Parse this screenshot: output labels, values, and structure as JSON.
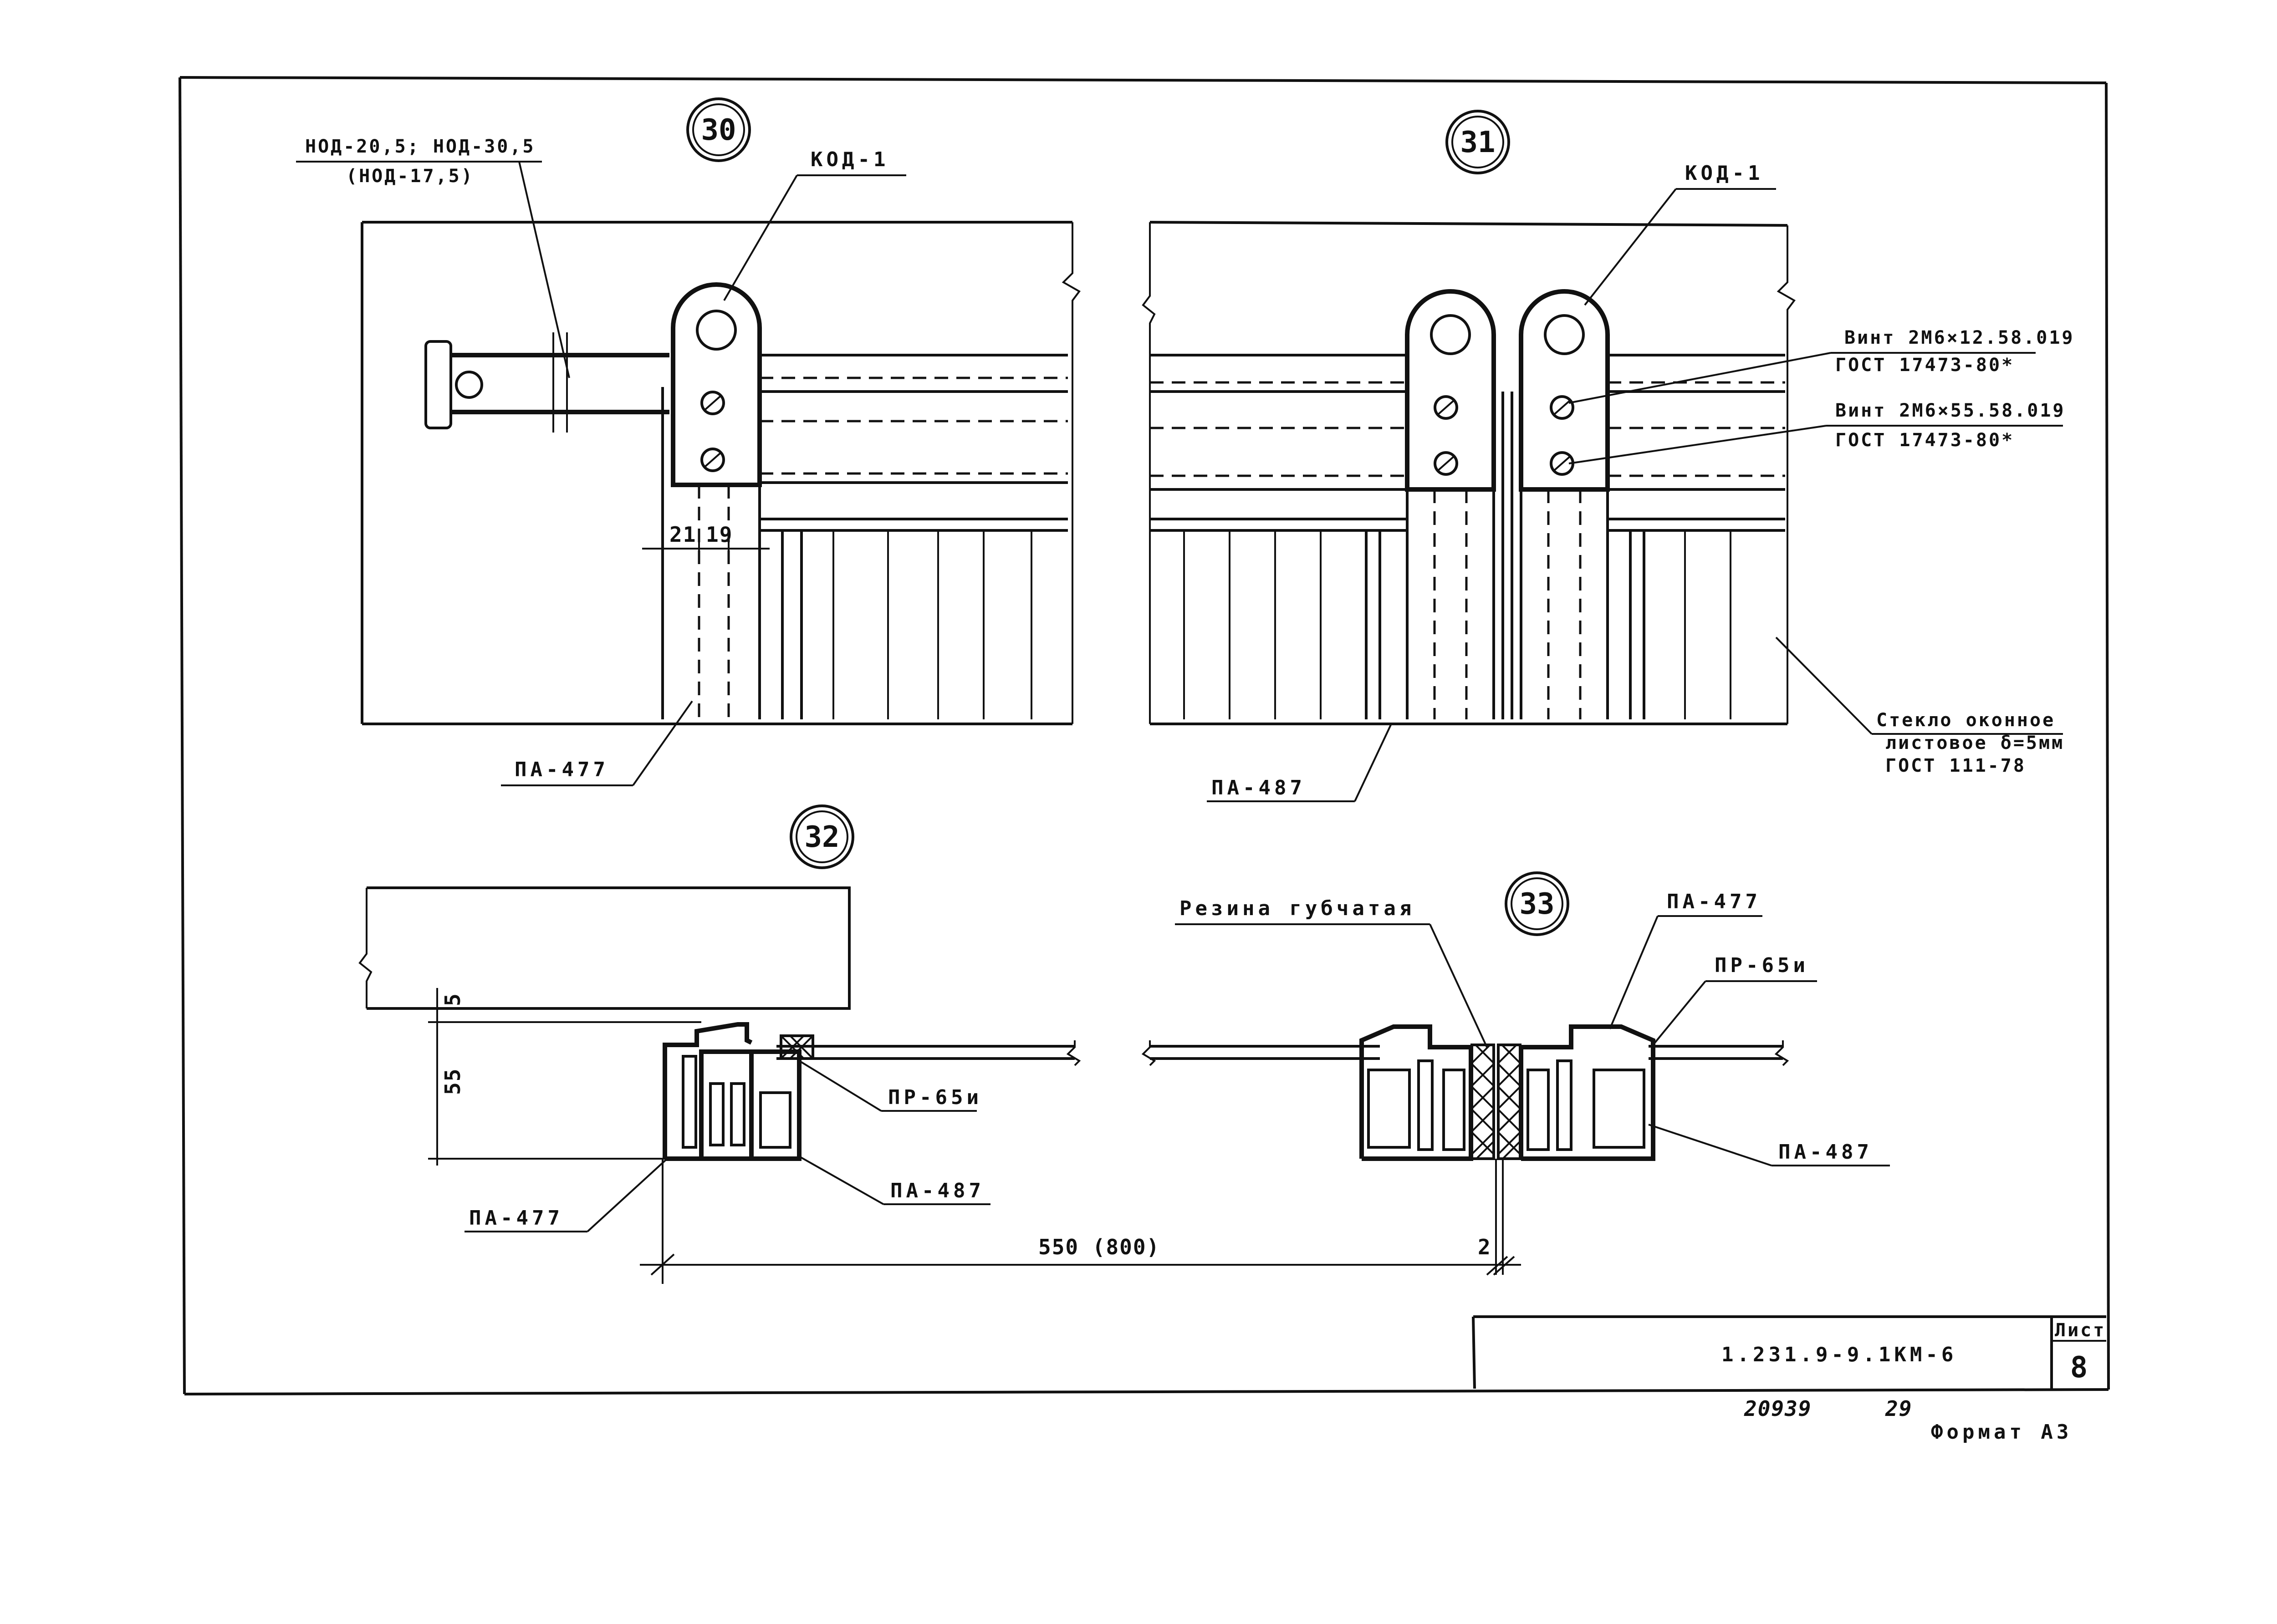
{
  "detail_30": {
    "marker": "30",
    "label_nod_line1": "НОД-20,5; НОД-30,5",
    "label_nod_line2": "(НОД-17,5)",
    "label_kod": "КОД-1",
    "dim_a": "21",
    "dim_b": "19",
    "label_profile": "ПА-477"
  },
  "detail_31": {
    "marker": "31",
    "label_kod": "КОД-1",
    "screw1_line1": "Винт 2М6×12.58.019",
    "screw1_line2": "ГОСТ 17473-80*",
    "screw2_line1": "Винт 2М6×55.58.019",
    "screw2_line2": "ГОСТ 17473-80*",
    "glass_line1": "Стекло оконное",
    "glass_line2": "листовое δ=5мм",
    "glass_line3": "ГОСТ 111-78",
    "label_profile": "ПА-487"
  },
  "detail_32": {
    "marker": "32",
    "dim_gap": "5",
    "dim_height": "55",
    "label_pr": "ПР-65и",
    "label_pa487": "ПА-487",
    "label_pa477": "ПА-477",
    "dim_span": "550 (800)"
  },
  "detail_33": {
    "marker": "33",
    "label_rubber": "Резина губчатая",
    "label_pa477": "ПА-477",
    "label_pr": "ПР-65и",
    "label_pa487": "ПА-487",
    "dim_gap": "2"
  },
  "title_block": {
    "designation": "1.231.9-9.1КМ-6",
    "sheet_label": "Лист",
    "sheet_number": "8"
  },
  "footer": {
    "inv_number": "20939",
    "page_number": "29",
    "format": "Формат А3"
  }
}
